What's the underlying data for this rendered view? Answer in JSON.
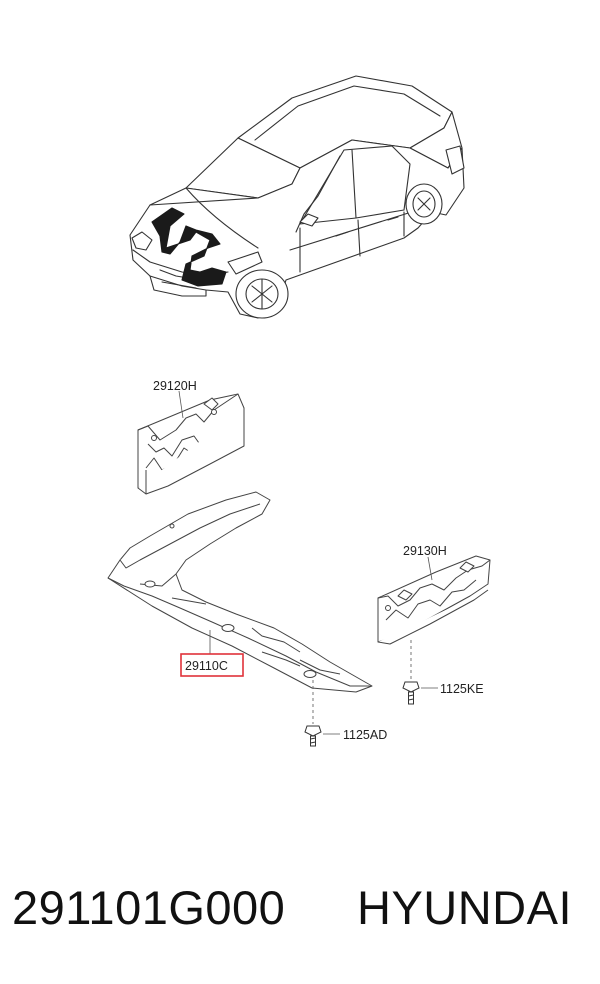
{
  "callouts": {
    "upper_cover": "29120H",
    "main_cover": "29110C",
    "side_cover": "29130H",
    "bolt_side": "1125KE",
    "bolt_main": "1125AD"
  },
  "highlight_color": "#e0323a",
  "footer": {
    "part_number": "291101G000",
    "brand": "HYUNDAI"
  }
}
